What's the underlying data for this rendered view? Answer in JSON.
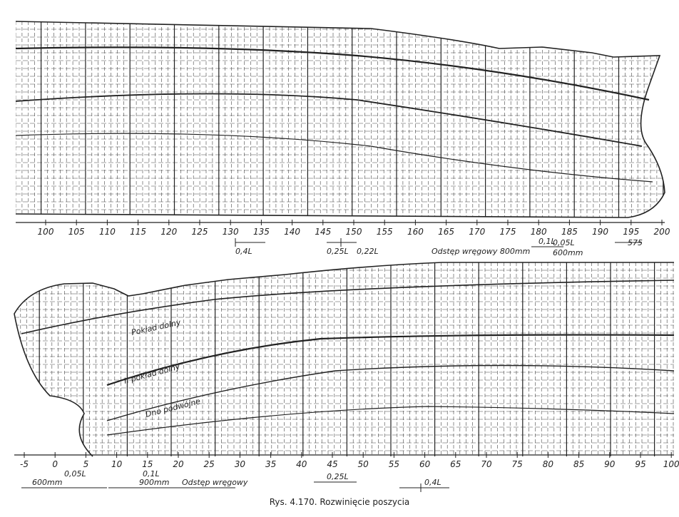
{
  "caption": "Rys. 4.170. Rozwinięcie poszycia",
  "top_panel": {
    "scale_ticks": [
      "100",
      "105",
      "110",
      "115",
      "120",
      "125",
      "130",
      "135",
      "140",
      "145",
      "150",
      "155",
      "160",
      "165",
      "170",
      "175",
      "180",
      "185",
      "190",
      "195",
      "200"
    ],
    "dimensions": {
      "d04L": "0,4L",
      "d025L": "0,25L",
      "d022L": "0,22L",
      "d01L": "0,1L",
      "d005L": "0,05L",
      "d600": "600mm",
      "d575": "575",
      "frame_spacing": "Odstęp wręgowy 800mm"
    }
  },
  "bottom_panel": {
    "scale_ticks": [
      "-5",
      "0",
      "5",
      "10",
      "15",
      "20",
      "25",
      "30",
      "35",
      "40",
      "45",
      "50",
      "55",
      "60",
      "65",
      "70",
      "75",
      "80",
      "85",
      "90",
      "95",
      "100"
    ],
    "dimensions": {
      "d005L": "0,05L",
      "d01L": "0,1L",
      "d600": "600mm",
      "d900": "900mm",
      "frame_spacing": "Odstęp wręgowy",
      "d025L": "0,25L",
      "d04L": "0,4L"
    },
    "labels": {
      "deck1": "Pokład dolny",
      "deck2": "II pokład dolny",
      "double_bottom": "Dno podwójne"
    }
  }
}
